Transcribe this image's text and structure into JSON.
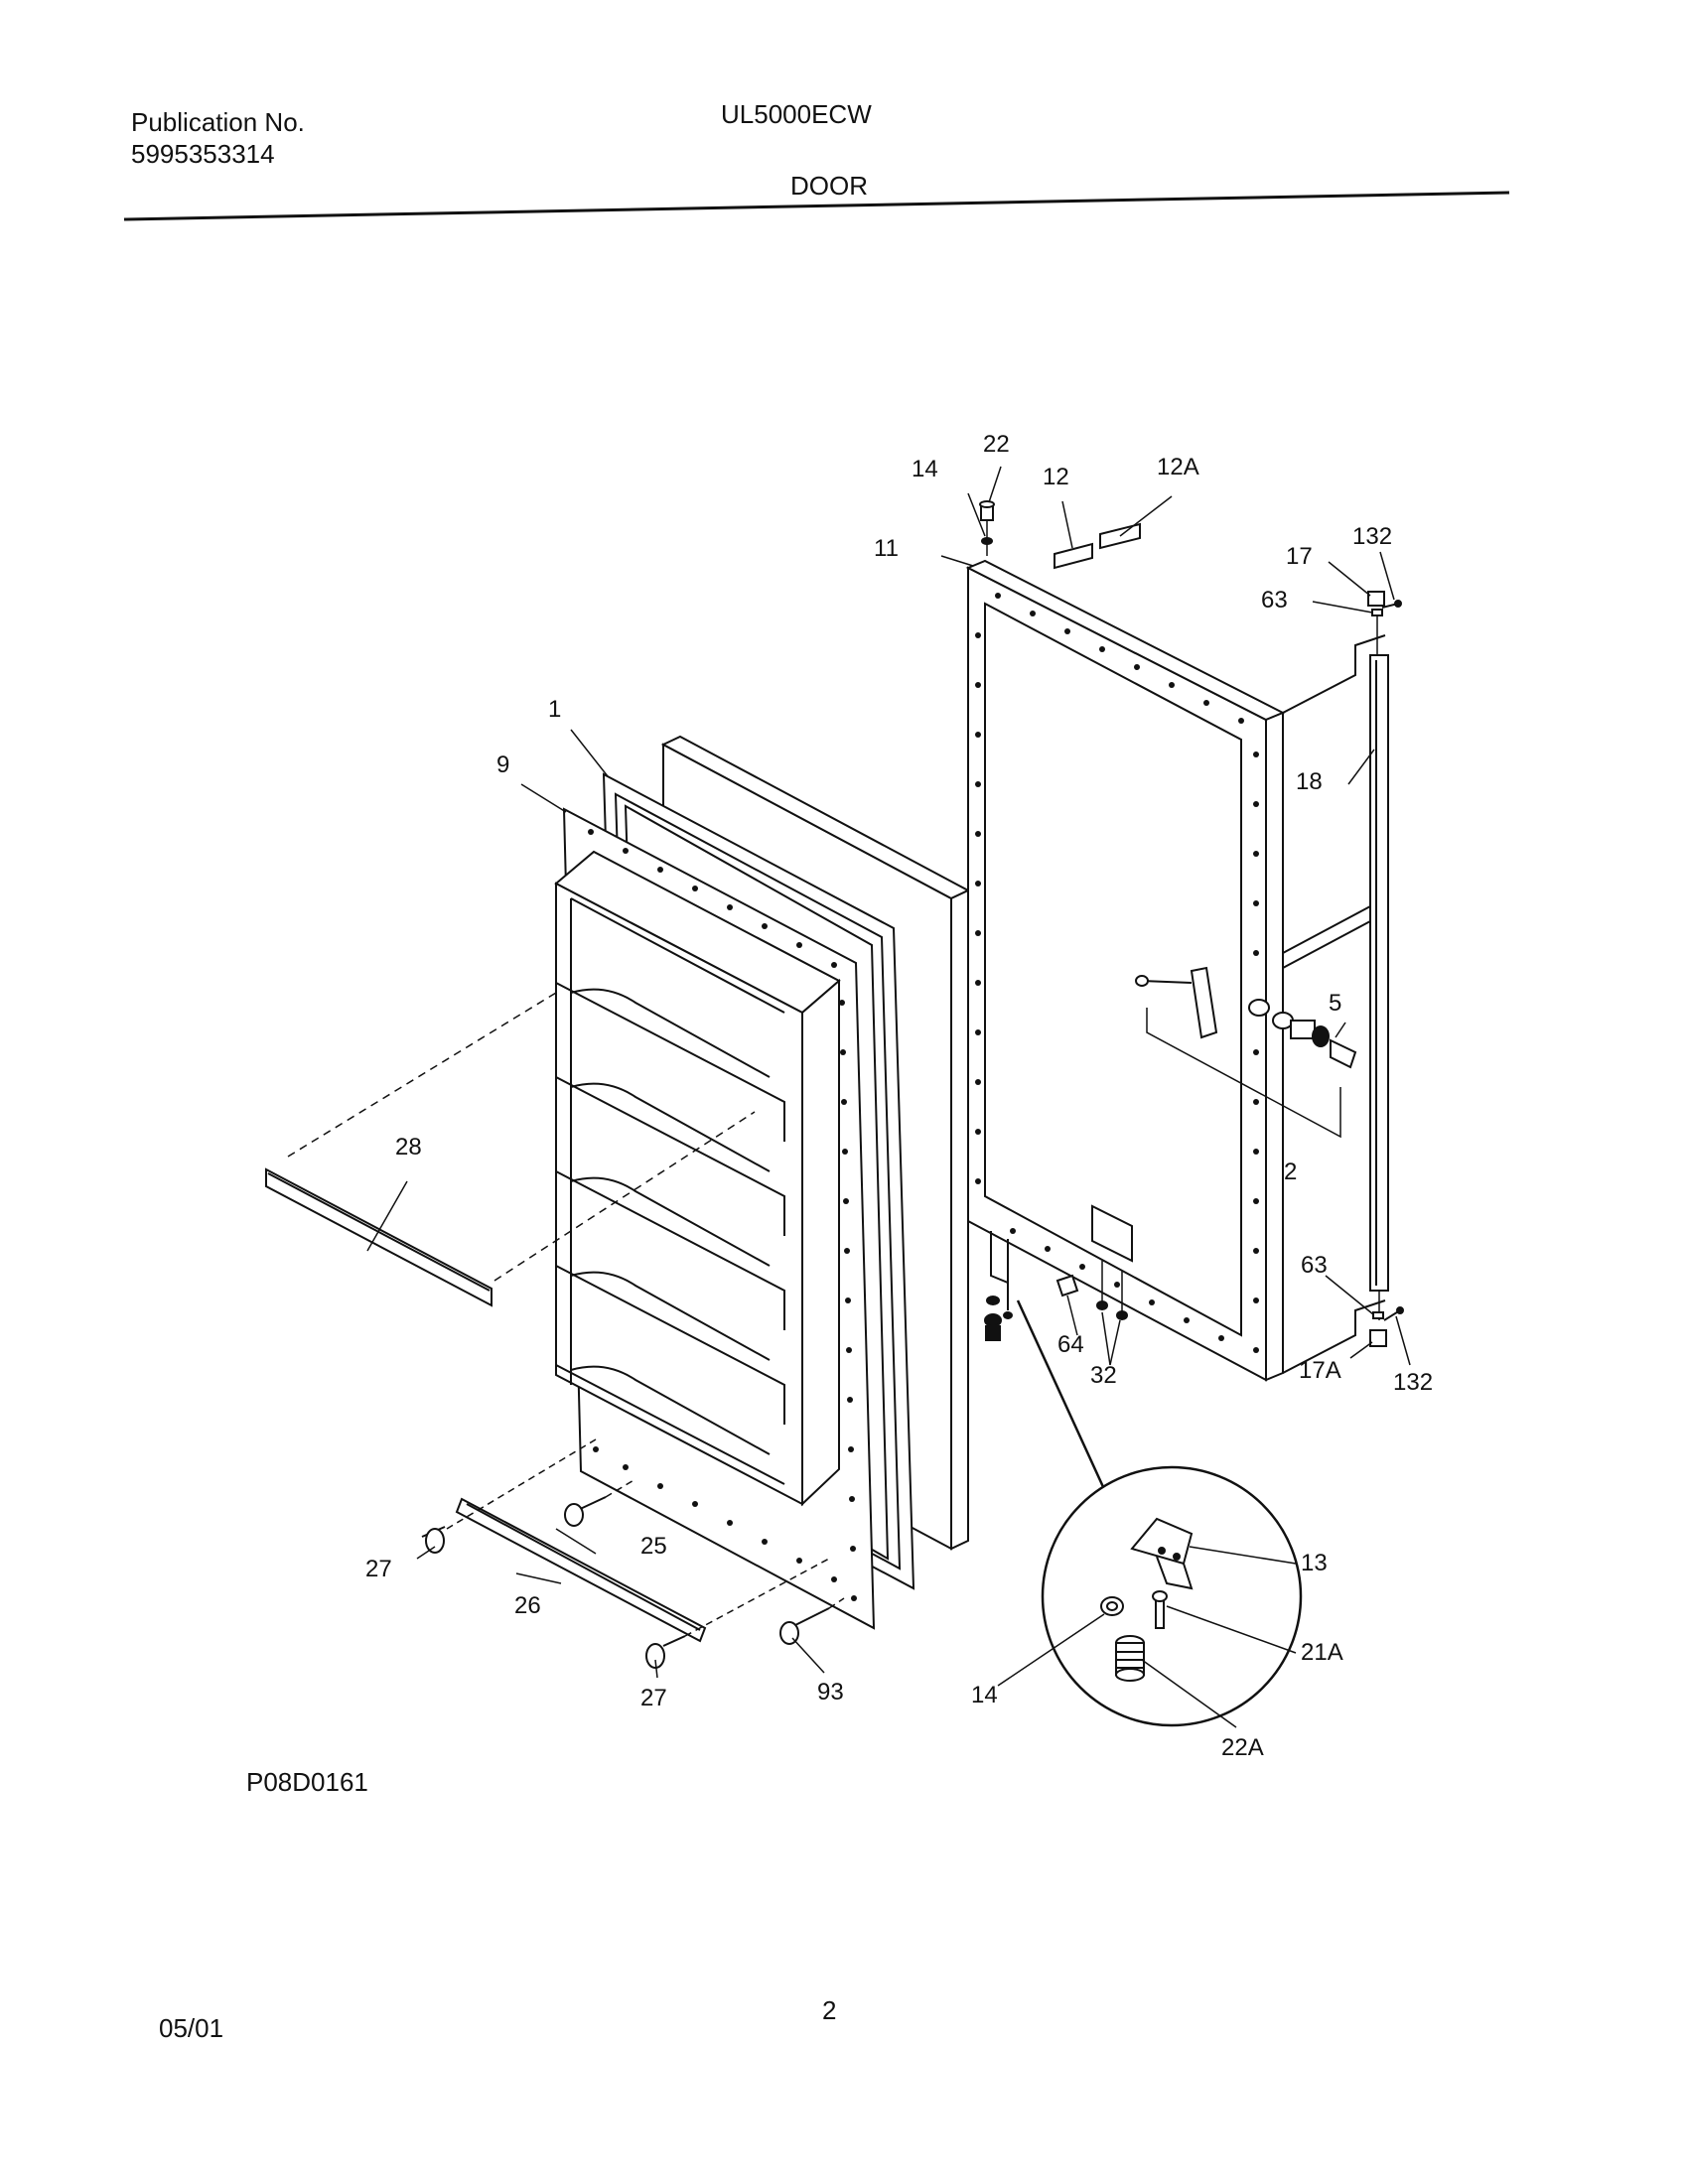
{
  "header": {
    "publication_label": "Publication No.",
    "publication_number": "5995353314",
    "model": "UL5000ECW",
    "section_title": "DOOR"
  },
  "footer": {
    "drawing_id": "P08D0161",
    "date": "05/01",
    "page_number": "2"
  },
  "callouts": {
    "c1": "1",
    "c9": "9",
    "c28": "28",
    "c27a": "27",
    "c26": "26",
    "c25": "25",
    "c27b": "27",
    "c93": "93",
    "c14a": "14",
    "c22": "22",
    "c12": "12",
    "c12A": "12A",
    "c11": "11",
    "c17": "17",
    "c132a": "132",
    "c63a": "63",
    "c18": "18",
    "c5": "5",
    "c2": "2",
    "c63b": "63",
    "c17A": "17A",
    "c132b": "132",
    "c64": "64",
    "c32": "32",
    "c13": "13",
    "c21A": "21A",
    "c14b": "14",
    "c22A": "22A"
  }
}
